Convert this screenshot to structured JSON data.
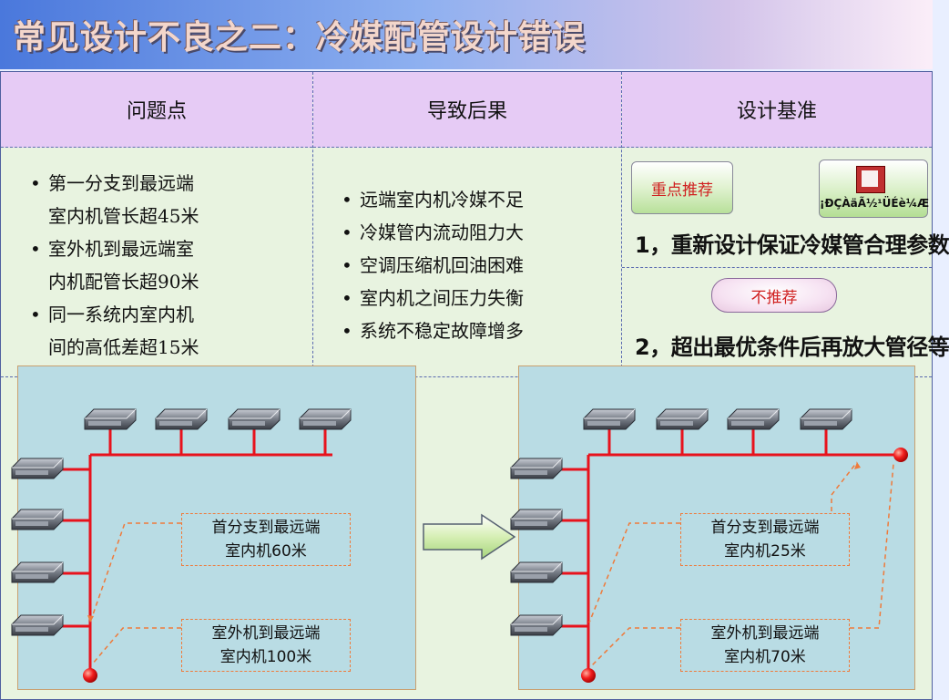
{
  "title": "常见设计不良之二：冷媒配管设计错误",
  "table": {
    "headers": [
      "问题点",
      "导致后果",
      "设计基准"
    ],
    "problems": [
      [
        "第一分支到最远端",
        "室内机管长超45米"
      ],
      [
        "室外机到最远端室",
        "内机配管长超90米"
      ],
      [
        "同一系统内室内机",
        "间的高低差超15米"
      ]
    ],
    "consequences": [
      "远端室内机冷媒不足",
      "冷媒管内流动阻力大",
      "空调压缩机回油困难",
      "室内机之间压力失衡",
      "系统不稳定故障增多"
    ],
    "recommended_badge": "重点推荐",
    "icon_caption": "¡ÐÇÀäÃ½¹ÜÉè¼Æ",
    "standard_1": "1，重新设计保证冷媒管合理参数",
    "not_recommended_badge": "不推荐",
    "standard_2": "2，超出最优条件后再放大管径等"
  },
  "diagram_left": {
    "note_1": [
      "首分支到最远端",
      "室内机60米"
    ],
    "note_2": [
      "室外机到最远端",
      "室内机100米"
    ]
  },
  "diagram_right": {
    "note_1": [
      "首分支到最远端",
      "室内机25米"
    ],
    "note_2": [
      "室外机到最远端",
      "室内机70米"
    ]
  },
  "colors": {
    "pipe": "#e8121c",
    "header_bg": "#e6cbf5",
    "panel_bg": "#b9dce4",
    "leader_line": "#ef7a3a",
    "arrow_fill": "#c8e8a0"
  },
  "icons": [
    "indoor-unit-icon",
    "outdoor-unit-node-icon",
    "document-icon",
    "right-arrow-icon"
  ]
}
